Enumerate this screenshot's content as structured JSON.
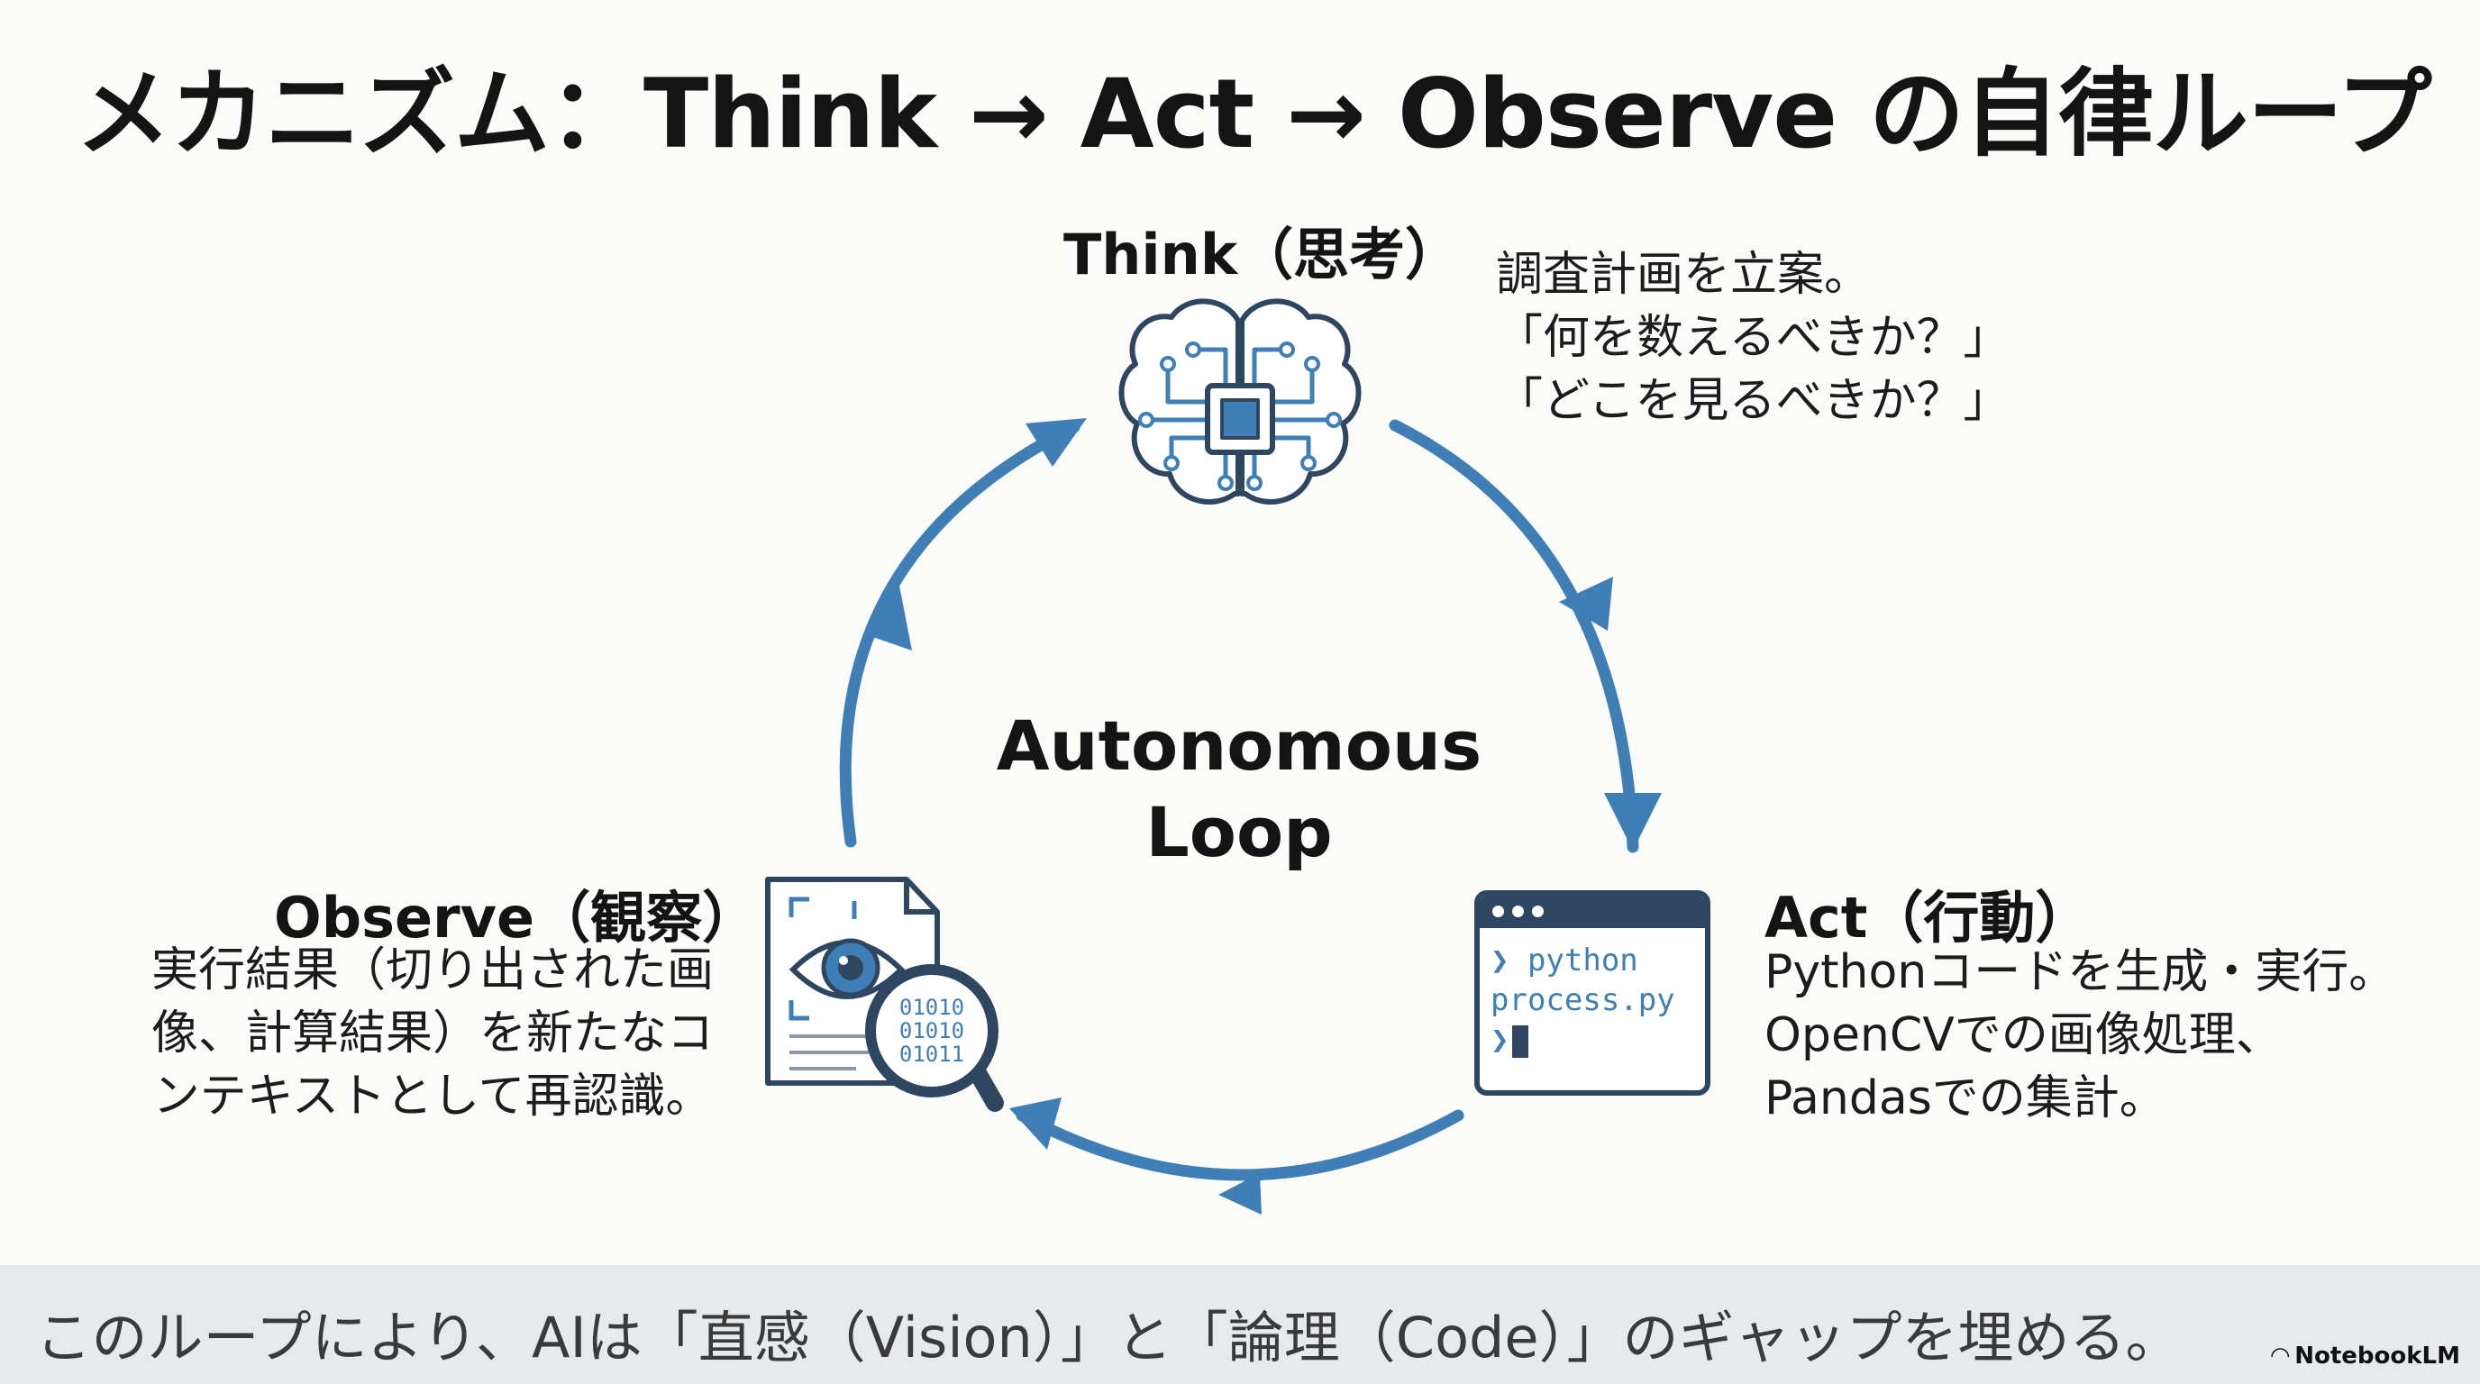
{
  "title": "メカニズム：Think → Act → Observe の自律ループ",
  "center_label": {
    "line1": "Autonomous",
    "line2": "Loop"
  },
  "think": {
    "title": "Think（思考）",
    "desc": [
      "調査計画を立案。",
      "「何を数えるべきか？」",
      "「どこを見るべきか？」"
    ],
    "icon": "brain-chip-icon"
  },
  "act": {
    "title": "Act（行動）",
    "desc": [
      "Pythonコードを生成・実行。",
      "OpenCVでの画像処理、",
      "Pandasでの集計。"
    ],
    "icon": "terminal-icon",
    "terminal_lines": [
      "❯ python",
      "process.py",
      "❯"
    ]
  },
  "observe": {
    "title": "Observe（観察）",
    "desc": [
      "実行結果（切り出された画",
      "像、計算結果）を新たなコ",
      "ンテキストとして再認識。"
    ],
    "icon": "document-eye-magnifier-icon",
    "binary_lines": [
      "01010",
      "01010",
      "01011"
    ]
  },
  "footer": "このループにより、AIは「直感（Vision）」と「論理（Code）」のギャップを埋める。",
  "brand": "NotebookLM",
  "colors": {
    "accent": "#3f7fb5",
    "icon_dark": "#2e4660",
    "footer_bg": "#e7eaed"
  }
}
